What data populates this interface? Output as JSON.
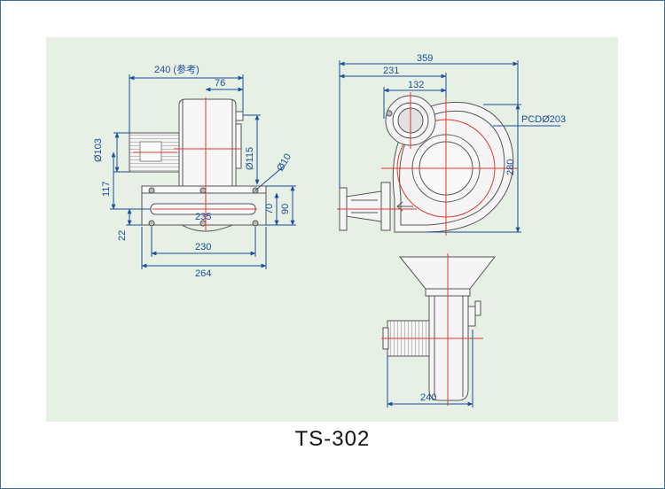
{
  "model": "TS-302",
  "colors": {
    "dimension": "#1b4e9b",
    "centerline": "#e03a2b",
    "outline": "#555555",
    "panel": "#e6f0e4"
  },
  "front_view": {
    "width_overall": "240 (参考)",
    "d76": "76",
    "dia103": "Ø103",
    "dia115": "Ø115",
    "h117": "117",
    "hole": "Ø10",
    "h70": "70",
    "h90": "90",
    "h22": "22",
    "w235": "235",
    "w230": "230",
    "w264": "264"
  },
  "side_view": {
    "w359": "359",
    "w231": "231",
    "w132": "132",
    "pcd": "PCDØ203",
    "h280": "280"
  },
  "top_view": {
    "w240": "240"
  }
}
